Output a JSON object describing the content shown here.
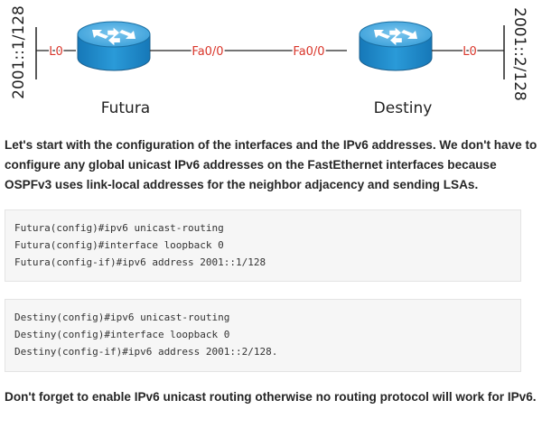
{
  "diagram": {
    "left_address": "2001::1/128",
    "right_address": "2001::2/128",
    "left_loopback": "L0",
    "right_loopback": "L0",
    "left_interface": "Fa0/0",
    "right_interface": "Fa0/0",
    "left_router_name": "Futura",
    "right_router_name": "Destiny",
    "colors": {
      "router_body": "#1e8fd0",
      "router_top": "#5bb4e6",
      "link_label": "#d9362b"
    }
  },
  "intro_text": "Let's start with the configuration of the interfaces and the IPv6 addresses. We don't have to configure any global unicast IPv6 addresses on the FastEthernet interfaces because OSPFv3 uses link-local addresses for the neighbor adjacency and sending LSAs.",
  "futura_config": {
    "lines": [
      "Futura(config)#ipv6 unicast-routing",
      "Futura(config)#interface loopback 0",
      "Futura(config-if)#ipv6 address 2001::1/128"
    ]
  },
  "destiny_config": {
    "lines": [
      "Destiny(config)#ipv6 unicast-routing",
      "Destiny(config)#interface loopback 0",
      "Destiny(config-if)#ipv6 address 2001::2/128."
    ]
  },
  "outro_text": "Don't forget to enable IPv6 unicast routing otherwise no routing protocol will work for IPv6."
}
